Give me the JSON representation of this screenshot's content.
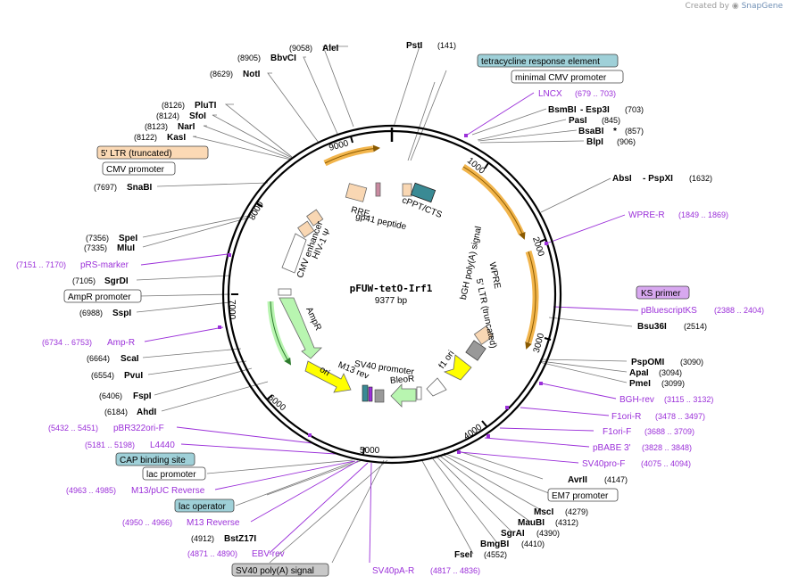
{
  "credit": {
    "prefix": "Created by",
    "brand": "SnapGene"
  },
  "plasmid": {
    "name": "pFUW-tetO-Irf1",
    "size_label": "9377 bp",
    "length": 9377
  },
  "colors": {
    "enzyme": "#000000",
    "primer": "#9b30d9",
    "orange_arrow": "#f2b54c",
    "green_arrow": "#b8f5b0",
    "yellow_arrow": "#ffff00",
    "backbone": "#000000"
  },
  "ticks": [
    "1000",
    "2000",
    "3000",
    "4000",
    "5000",
    "6000",
    "7000",
    "8000",
    "9000"
  ],
  "enzymes": {
    "PstI": "PstI",
    "PstI_pos": "(141)",
    "AleI": "AleI",
    "AleI_pos": "(9058)",
    "BbvCI": "BbvCI",
    "BbvCI_pos": "(8905)",
    "NotI": "NotI",
    "NotI_pos": "(8629)",
    "PluTI": "PluTI",
    "PluTI_pos": "(8126)",
    "SfoI": "SfoI",
    "SfoI_pos": "(8124)",
    "NarI": "NarI",
    "NarI_pos": "(8123)",
    "KasI": "KasI",
    "KasI_pos": "(8122)",
    "SnaBI": "SnaBI",
    "SnaBI_pos": "(7697)",
    "SpeI": "SpeI",
    "SpeI_pos": "(7356)",
    "MluI": "MluI",
    "MluI_pos": "(7335)",
    "SgrDI": "SgrDI",
    "SgrDI_pos": "(7105)",
    "SspI": "SspI",
    "SspI_pos": "(6988)",
    "ScaI": "ScaI",
    "ScaI_pos": "(6664)",
    "PvuI": "PvuI",
    "PvuI_pos": "(6554)",
    "FspI": "FspI",
    "FspI_pos": "(6406)",
    "AhdI": "AhdI",
    "AhdI_pos": "(6184)",
    "BstZ17I": "BstZ17I",
    "BstZ17I_pos": "(4912)",
    "BsmBI": "BsmBI",
    "Esp3I": "- Esp3I",
    "BsmBI_pos": "(703)",
    "PasI": "PasI",
    "PasI_pos": "(845)",
    "BsaBI": "BsaBI",
    "BsaBI_star": "*",
    "BsaBI_pos": "(857)",
    "BlpI": "BlpI",
    "BlpI_pos": "(906)",
    "AbsI": "AbsI",
    "PspXI": "- PspXI",
    "AbsI_pos": "(1632)",
    "Bsu36I": "Bsu36I",
    "Bsu36I_pos": "(2514)",
    "PspOMI": "PspOMI",
    "PspOMI_pos": "(3090)",
    "ApaI": "ApaI",
    "ApaI_pos": "(3094)",
    "PmeI": "PmeI",
    "PmeI_pos": "(3099)",
    "AvrII": "AvrII",
    "AvrII_pos": "(4147)",
    "MscI": "MscI",
    "MscI_pos": "(4279)",
    "MauBI": "MauBI",
    "MauBI_pos": "(4312)",
    "SgrAI": "SgrAI",
    "SgrAI_pos": "(4390)",
    "BmgBI": "BmgBI",
    "BmgBI_pos": "(4410)",
    "FseI": "FseI",
    "FseI_pos": "(4552)"
  },
  "primers": {
    "LNCX": "LNCX",
    "LNCX_range": "(679 .. 703)",
    "WPRE_R": "WPRE-R",
    "WPRE_R_range": "(1849 .. 1869)",
    "pBluescriptKS": "pBluescriptKS",
    "pBluescriptKS_range": "(2388 .. 2404)",
    "BGH_rev": "BGH-rev",
    "BGH_rev_range": "(3115 .. 3132)",
    "F1ori_R": "F1ori-R",
    "F1ori_R_range": "(3478 .. 3497)",
    "F1ori_F": "F1ori-F",
    "F1ori_F_range": "(3688 .. 3709)",
    "pBABE3": "pBABE 3'",
    "pBABE3_range": "(3828 .. 3848)",
    "SV40pro_F": "SV40pro-F",
    "SV40pro_F_range": "(4075 .. 4094)",
    "SV40pA_R": "SV40pA-R",
    "SV40pA_R_range": "(4817 .. 4836)",
    "EBV_rev": "EBV-rev",
    "EBV_rev_range": "(4871 .. 4890)",
    "M13_Reverse": "M13 Reverse",
    "M13_Reverse_range": "(4950 .. 4966)",
    "M13pUC_Reverse": "M13/pUC Reverse",
    "M13pUC_Reverse_range": "(4963 .. 4985)",
    "L4440": "L4440",
    "L4440_range": "(5181 .. 5198)",
    "pBR322ori_F": "pBR322ori-F",
    "pBR322ori_F_range": "(5432 .. 5451)",
    "Amp_R": "Amp-R",
    "Amp_R_range": "(6734 .. 6753)",
    "pRS_marker": "pRS-marker",
    "pRS_marker_range": "(7151 .. 7170)"
  },
  "boxed_labels": {
    "tet_resp": "tetracycline response element",
    "min_cmv": "minimal CMV promoter",
    "ks_primer": "KS primer",
    "ltr5": "5' LTR (truncated)",
    "cmv_promoter": "CMV promoter",
    "ampr_promoter": "AmpR promoter",
    "cap_site": "CAP binding site",
    "lac_promoter": "lac promoter",
    "lac_operator": "lac operator",
    "sv40_polya": "SV40 poly(A) signal",
    "em7": "EM7 promoter"
  },
  "feature_labels": {
    "RRE": "RRE",
    "gp41": "gp41 peptide",
    "cPPT": "cPPT/CTS",
    "WPRE": "WPRE",
    "bgh": "bGH poly(A) signal",
    "ltr5_inner": "5' LTR (truncated)",
    "f1ori": "f1 ori",
    "BleoR": "BleoR",
    "sv40prom": "SV40 promoter",
    "m13rev": "M13 rev",
    "ori": "ori",
    "AmpR": "AmpR",
    "cmv_enh": "CMV enhancer",
    "hiv_psi": "HIV-1 Ψ"
  }
}
